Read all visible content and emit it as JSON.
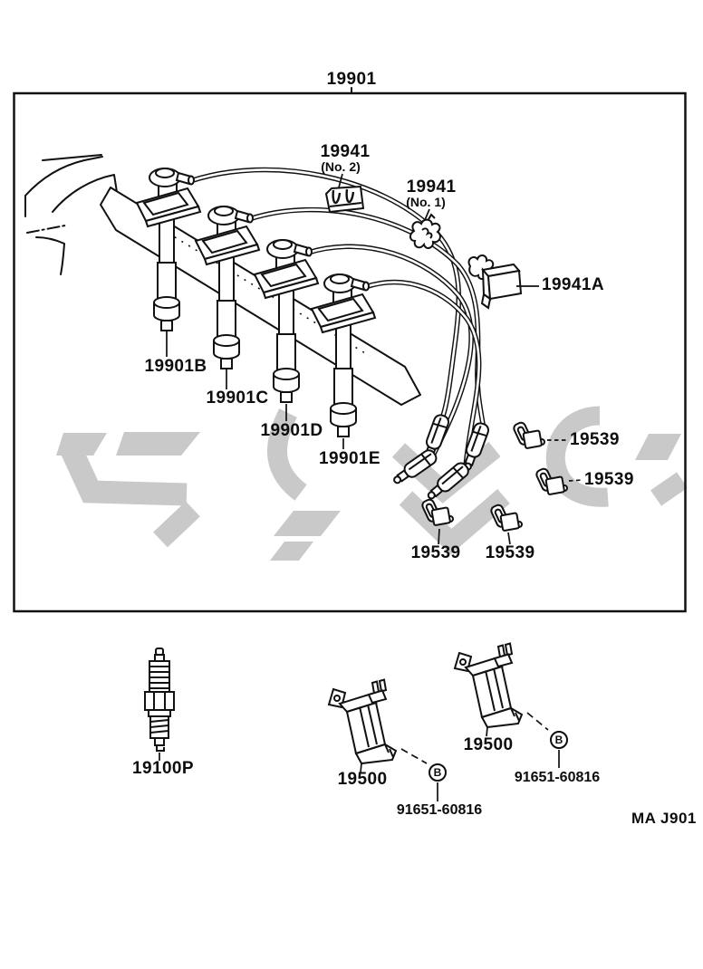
{
  "colors": {
    "ink": "#111111",
    "watermark_gray": "#c9c9c9",
    "background": "#ffffff"
  },
  "diagram": {
    "assembly_callout": "19901",
    "callouts": {
      "clamp_no2": {
        "number": "19941",
        "qualifier": "(No. 2)"
      },
      "clamp_no1": {
        "number": "19941",
        "qualifier": "(No. 1)"
      },
      "clamp_bracket": "19941A",
      "cord_b": "19901B",
      "cord_c": "19901C",
      "cord_d": "19901D",
      "cord_e": "19901E",
      "holders": [
        "19539",
        "19539",
        "19539",
        "19539"
      ],
      "spark_plug": "19100P",
      "coils": [
        "19500",
        "19500"
      ],
      "bolts": [
        "91651-60816",
        "91651-60816"
      ],
      "bolt_marker": "B"
    },
    "footer_code": "MA J901"
  }
}
